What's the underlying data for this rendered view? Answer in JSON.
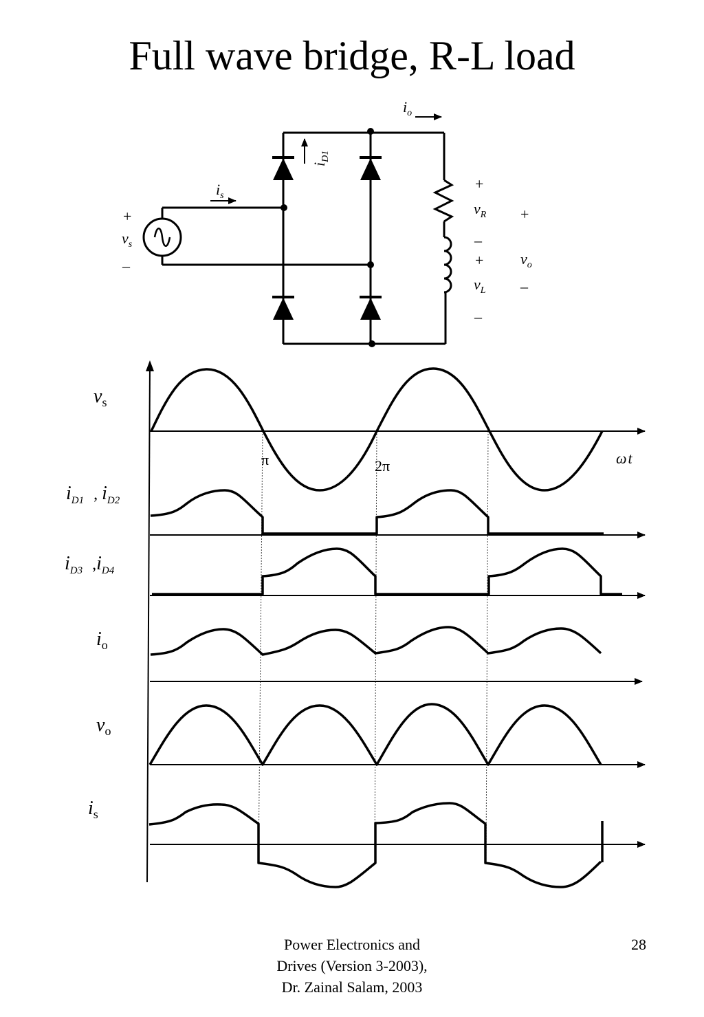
{
  "title": "Full wave bridge, R-L load",
  "circuit": {
    "io": {
      "main": "i",
      "sub": "o"
    },
    "iD1": {
      "main": "i",
      "sub": "D1"
    },
    "is": {
      "main": "i",
      "sub": "s"
    },
    "vs": {
      "main": "v",
      "sub": "s"
    },
    "vR": {
      "main": "v",
      "sub": "R"
    },
    "vL": {
      "main": "v",
      "sub": "L"
    },
    "vo": {
      "main": "v",
      "sub": "o"
    },
    "plus": "+",
    "minus": "–"
  },
  "waveforms": {
    "vs": {
      "main": "v",
      "sub": "s"
    },
    "iD12": {
      "main1": "i",
      "sub1": "D1",
      "sep": ",",
      "main2": "i",
      "sub2": "D2"
    },
    "iD34": {
      "main1": "i",
      "sub1": "D3",
      "sep": ",",
      "main2": "i",
      "sub2": "D4"
    },
    "io": {
      "main": "i",
      "sub": "o"
    },
    "vo": {
      "main": "v",
      "sub": "o"
    },
    "is": {
      "main": "i",
      "sub": "s"
    },
    "pi_label": "π",
    "two_pi_label": "2π",
    "omega_t": {
      "main": "ω",
      "sub": "t"
    }
  },
  "footer": {
    "line1": "Power Electronics and",
    "line2": "Drives (Version 3-2003),",
    "line3": "Dr. Zainal Salam, 2003"
  },
  "page_number": "28"
}
